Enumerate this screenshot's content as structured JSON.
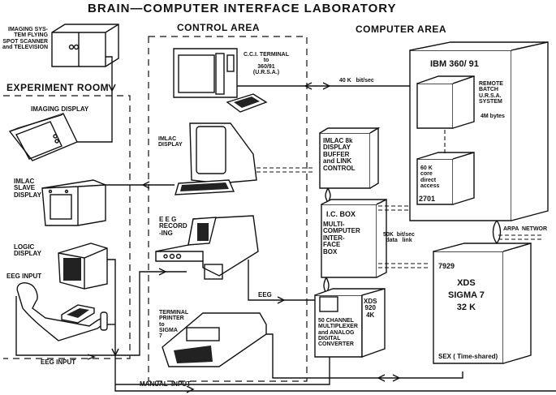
{
  "title": "BRAIN—COMPUTER INTERFACE LABORATORY",
  "areas": {
    "control": "CONTROL AREA",
    "computer": "COMPUTER AREA",
    "experiment": "EXPERIMENT ROOM"
  },
  "devices": {
    "imaging_system": "IMAGING SYS-\nTEM FLYING\nSPOT SCANNER\nand TELEVISION",
    "imaging_display": "IMAGING DISPLAY",
    "imlac_slave": "IMLAC\nSLAVE\nDISPLAY",
    "logic_display": "LOGIC\nDISPLAY",
    "eeg_input_top": "EEG INPUT",
    "eeg_input_bottom": "EEG INPUT",
    "cci_terminal": "C.C.I. TERMINAL\nto\n360/91\n(U.R.S.A.)",
    "imlac_display": "IMLAC\nDISPLAY",
    "eeg_recording": "E E G\nRECORD\n-ING",
    "terminal_printer": "TERMINAL\nPRINTER\nto\nSIGMA\n7",
    "imlac_8k": "IMLAC 8k\nDISPLAY\nBUFFER\nand LINK\nCONTROL",
    "ic_box": "I.C. BOX",
    "ic_box_desc": "MULTI-\nCOMPUTER\nINTER-\nFACE\nBOX",
    "ibm": "IBM 360/ 91",
    "remote_batch": "REMOTE\nBATCH\nU.R.S.A.\nSYSTEM",
    "ibm_mem": "4M bytes",
    "core_access": "60 K\ncore\ndirect\naccess",
    "port_2701": "2701",
    "port_7929": "7929",
    "sigma": "XDS\nSIGMA 7\n32 K",
    "sex": "SEX ( Time-shared)",
    "xds920": "XDS\n920\n4K",
    "multiplexer": "50 CHANNEL\nMULTIPLEXER\nand ANALOG\nDIGITAL\nCONVERTER"
  },
  "links": {
    "rate_40k": "40 K   bit/sec",
    "rate_50k": "50K  bit/sec\ndata   link",
    "arpa": "ARPA  NETWOR",
    "eeg": "EEG",
    "manual_input": "MANUAL  INPUT"
  }
}
